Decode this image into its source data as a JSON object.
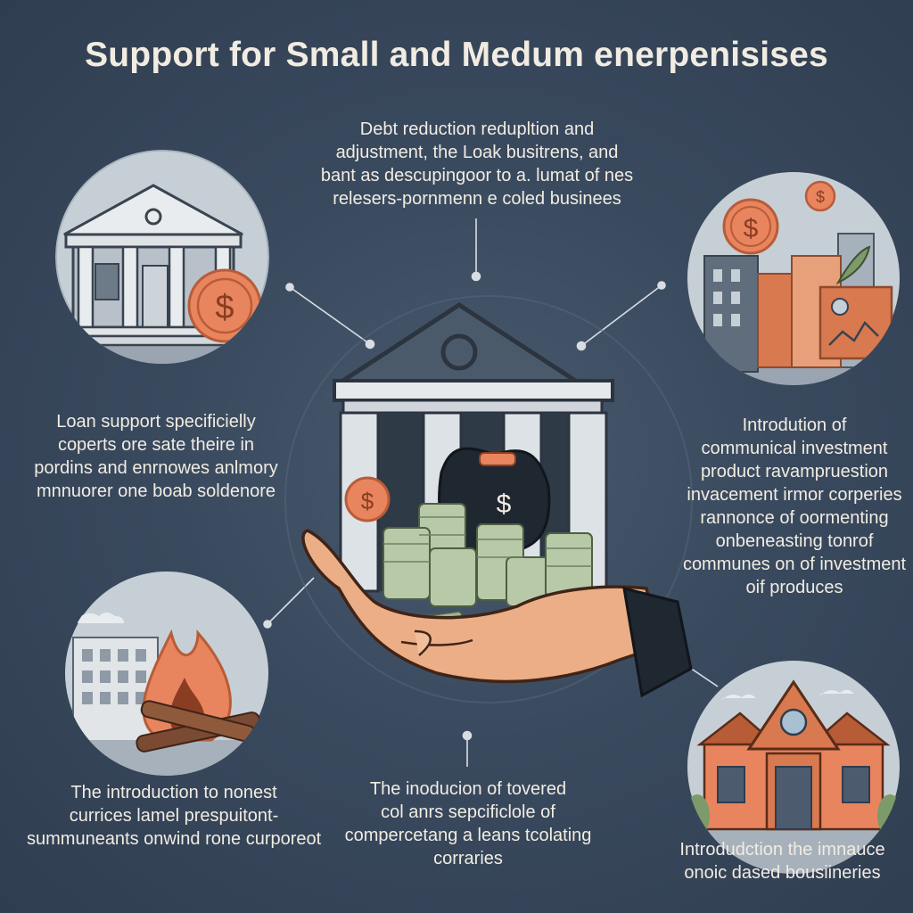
{
  "title": "Support for Small and Medum enerpenisises",
  "blocks": {
    "top": {
      "lines": [
        "Debt reduction redupltion and",
        "adjustment, the Loak busitrens, and",
        "bant as descupingoor to a. lumat of nes",
        "relesers-pornmenn e coled businees"
      ]
    },
    "left": {
      "lines": [
        "Loan support specificielly",
        "coperts ore sate theire in",
        "pordins and enrnowes anlmory",
        "mnnuorer one boab soldenore"
      ]
    },
    "right": {
      "lines": [
        "Introdution of",
        "communical investment",
        "product ravampruestion",
        "invacement irmor corperies",
        "rannonce of oormenting",
        "onbeneasting tonrof",
        "communes on of investment",
        "oif produces"
      ]
    },
    "bottom_left": {
      "lines": [
        "The introduction to nonest",
        "currices lamel prespuitont-",
        "summuneants onwind rone curporeot"
      ]
    },
    "bottom_center": {
      "lines": [
        "The inoducion of tovered",
        "col anrs sepcificlole of",
        "compercetang a leans tcolating",
        "corraries"
      ]
    },
    "bottom_right": {
      "lines": [
        "Introdudction the imnauce",
        "onoic dased bousiineries"
      ]
    }
  },
  "icons": {
    "center": "hand-holding-bank-money-icon",
    "top_left": "bank-building-with-coin-icon",
    "top_right": "city-buildings-with-coin-icon",
    "bottom_left": "city-with-fire-icon",
    "bottom_right": "house-building-icon",
    "currency_symbol": "$"
  },
  "colors": {
    "background": "#3a4a5e",
    "text": "#f1ece2",
    "coin": "#e8855f",
    "connector": "#d8dde3",
    "illustration_circle": "#c7cfd6",
    "brick": "#d9794f"
  }
}
